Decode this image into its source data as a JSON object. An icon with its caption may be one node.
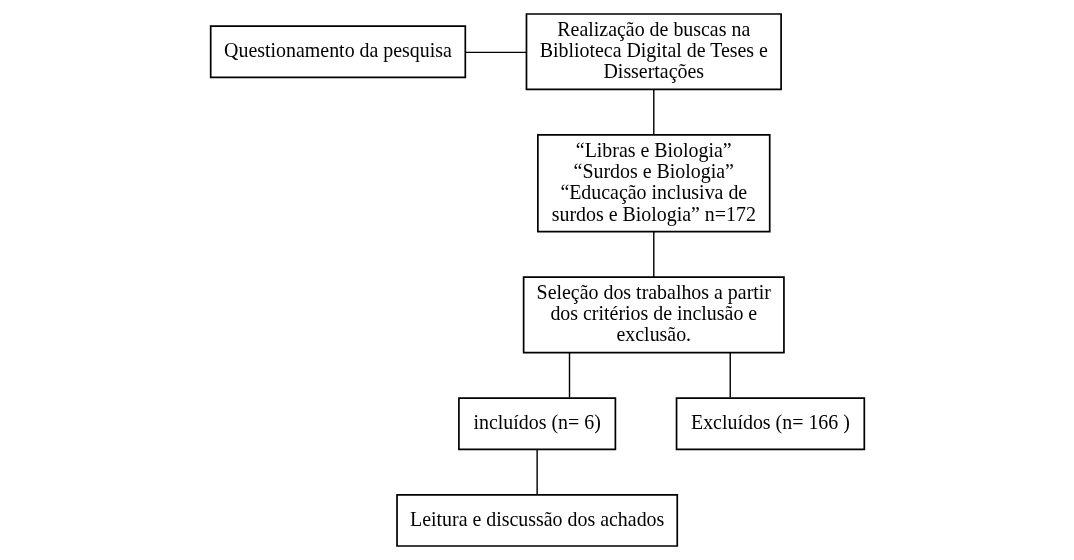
{
  "diagram": {
    "nodes": [
      {
        "text": [
          "Questionamento da pesquisa"
        ]
      },
      {
        "text": [
          "Realização de buscas na Biblioteca Digital de Teses e Dissertações"
        ]
      },
      {
        "text": [
          "“Libras e Biologia” “Surdos e Biologia” “Educação inclusiva de surdos e Biologia” n=172"
        ]
      },
      {
        "text": [
          "Seleção dos trabalhos a partir dos critérios de inclusão e exclusão."
        ]
      },
      {
        "text": [
          "incluídos (n= 6)"
        ]
      },
      {
        "text": [
          "Excluídos (n= 166 )"
        ]
      },
      {
        "text": [
          "Leitura e discussão dos achados"
        ]
      }
    ],
    "edges": [
      {
        "from": 0,
        "to": 1,
        "arrow": "none"
      },
      {
        "from": 1,
        "to": 2,
        "arrow": "none"
      },
      {
        "from": 2,
        "to": 3,
        "arrow": "none"
      },
      {
        "from": 3,
        "to": 4,
        "arrow": "none"
      },
      {
        "from": 3,
        "to": 5,
        "arrow": "none"
      },
      {
        "from": 4,
        "to": 6,
        "arrow": "none"
      }
    ]
  }
}
